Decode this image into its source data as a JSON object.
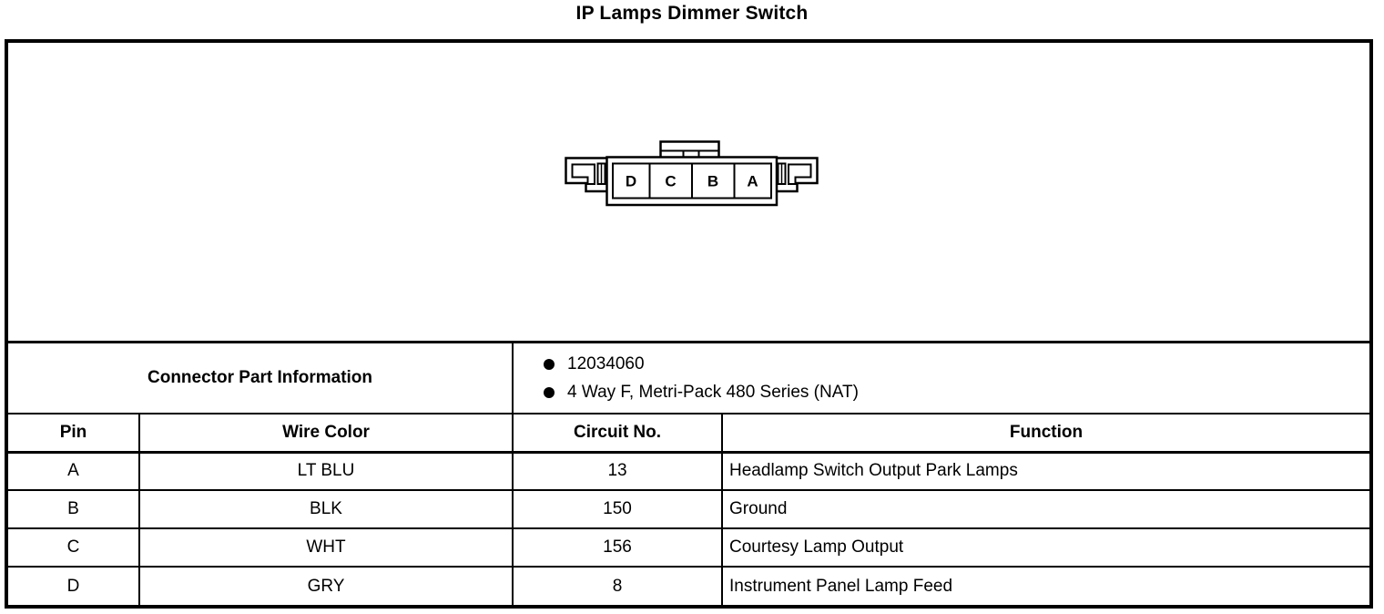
{
  "title": "IP Lamps Dimmer Switch",
  "connector": {
    "pins": [
      "D",
      "C",
      "B",
      "A"
    ]
  },
  "part_info": {
    "label": "Connector Part Information",
    "items": [
      "12034060",
      "4 Way F, Metri-Pack 480 Series (NAT)"
    ]
  },
  "table": {
    "headers": [
      "Pin",
      "Wire Color",
      "Circuit No.",
      "Function"
    ],
    "rows": [
      {
        "pin": "A",
        "wire_color": "LT BLU",
        "circuit_no": "13",
        "function": "Headlamp Switch Output Park Lamps"
      },
      {
        "pin": "B",
        "wire_color": "BLK",
        "circuit_no": "150",
        "function": "Ground"
      },
      {
        "pin": "C",
        "wire_color": "WHT",
        "circuit_no": "156",
        "function": "Courtesy Lamp Output"
      },
      {
        "pin": "D",
        "wire_color": "GRY",
        "circuit_no": "8",
        "function": "Instrument Panel Lamp Feed"
      }
    ]
  },
  "colors": {
    "ink": "#000000",
    "background": "#ffffff"
  }
}
